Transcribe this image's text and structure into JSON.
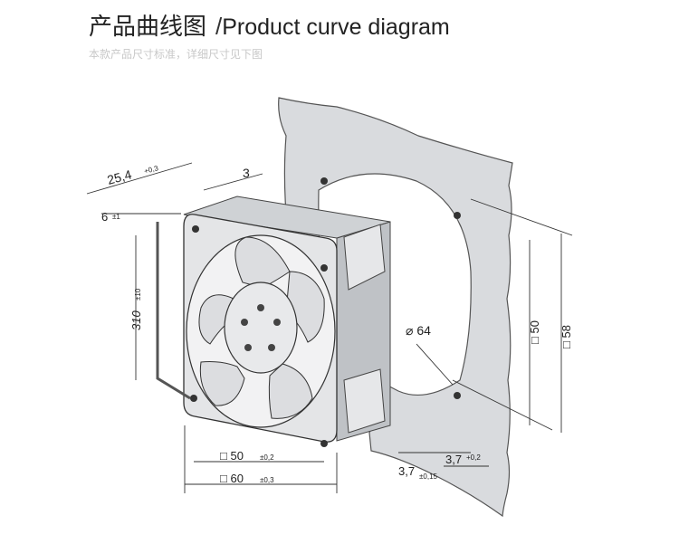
{
  "header": {
    "title_cn": "产品曲线图",
    "separator": "/",
    "title_en": "Product curve diagram",
    "subtitle": "本款产品尺寸标准，详细尺寸见下图"
  },
  "dimensions": {
    "depth": "25,4",
    "depth_tol": "+0,3",
    "three": "3",
    "six": "6",
    "six_tol": "±1",
    "cable": "310",
    "cable_tol": "±10",
    "diameter": "⌀ 64",
    "sq50_right": "□ 50",
    "sq58_right": "□ 58",
    "sq50_bottom": "□ 50",
    "sq50_bottom_tol": "±0,2",
    "sq60_bottom": "□ 60",
    "sq60_bottom_tol": "±0,3",
    "hole1": "3,7",
    "hole1_tol": "+0,2",
    "hole2": "3,7",
    "hole2_tol": "±0,15"
  }
}
